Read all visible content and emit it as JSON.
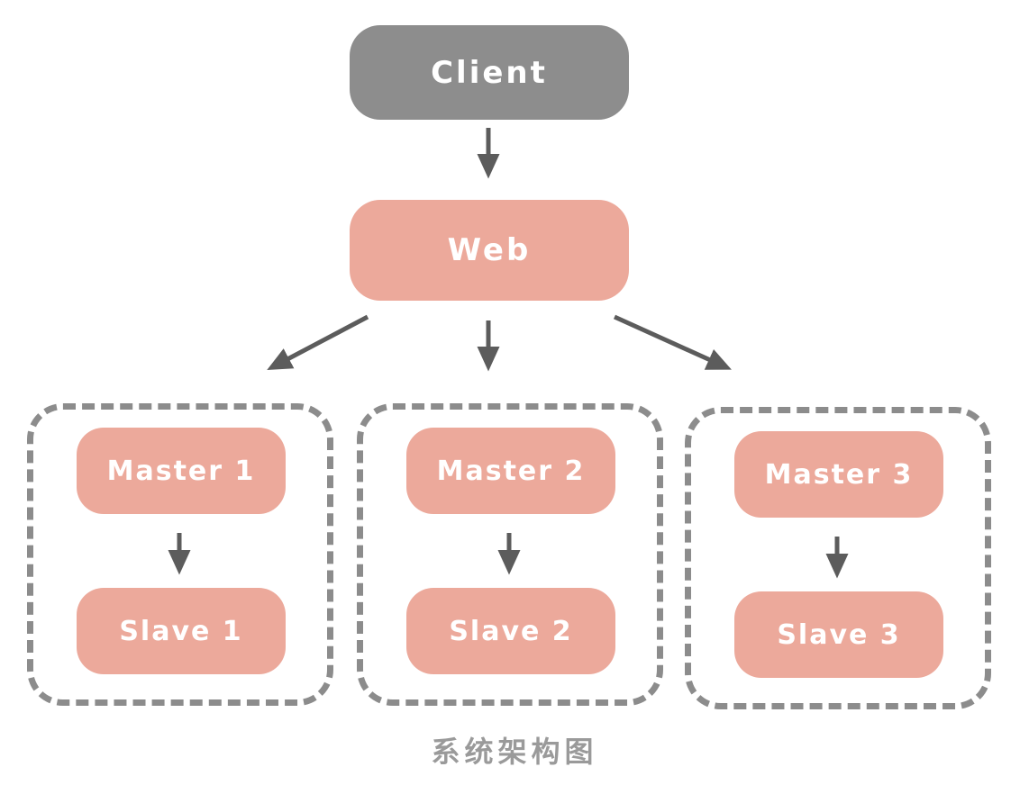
{
  "diagram": {
    "title": "系统架构图",
    "client": {
      "label": "Client"
    },
    "web": {
      "label": "Web"
    },
    "groups": [
      {
        "master": {
          "label": "Master 1"
        },
        "slave": {
          "label": "Slave 1"
        }
      },
      {
        "master": {
          "label": "Master 2"
        },
        "slave": {
          "label": "Slave 2"
        }
      },
      {
        "master": {
          "label": "Master 3"
        },
        "slave": {
          "label": "Slave 3"
        }
      }
    ],
    "colors": {
      "client_node": "#8d8d8d",
      "service_node": "#eca99b",
      "node_text": "#ffffff",
      "arrow": "#5c5c5c",
      "dashed_border": "#8c8c8c",
      "caption_text": "#9a9a9a"
    }
  }
}
